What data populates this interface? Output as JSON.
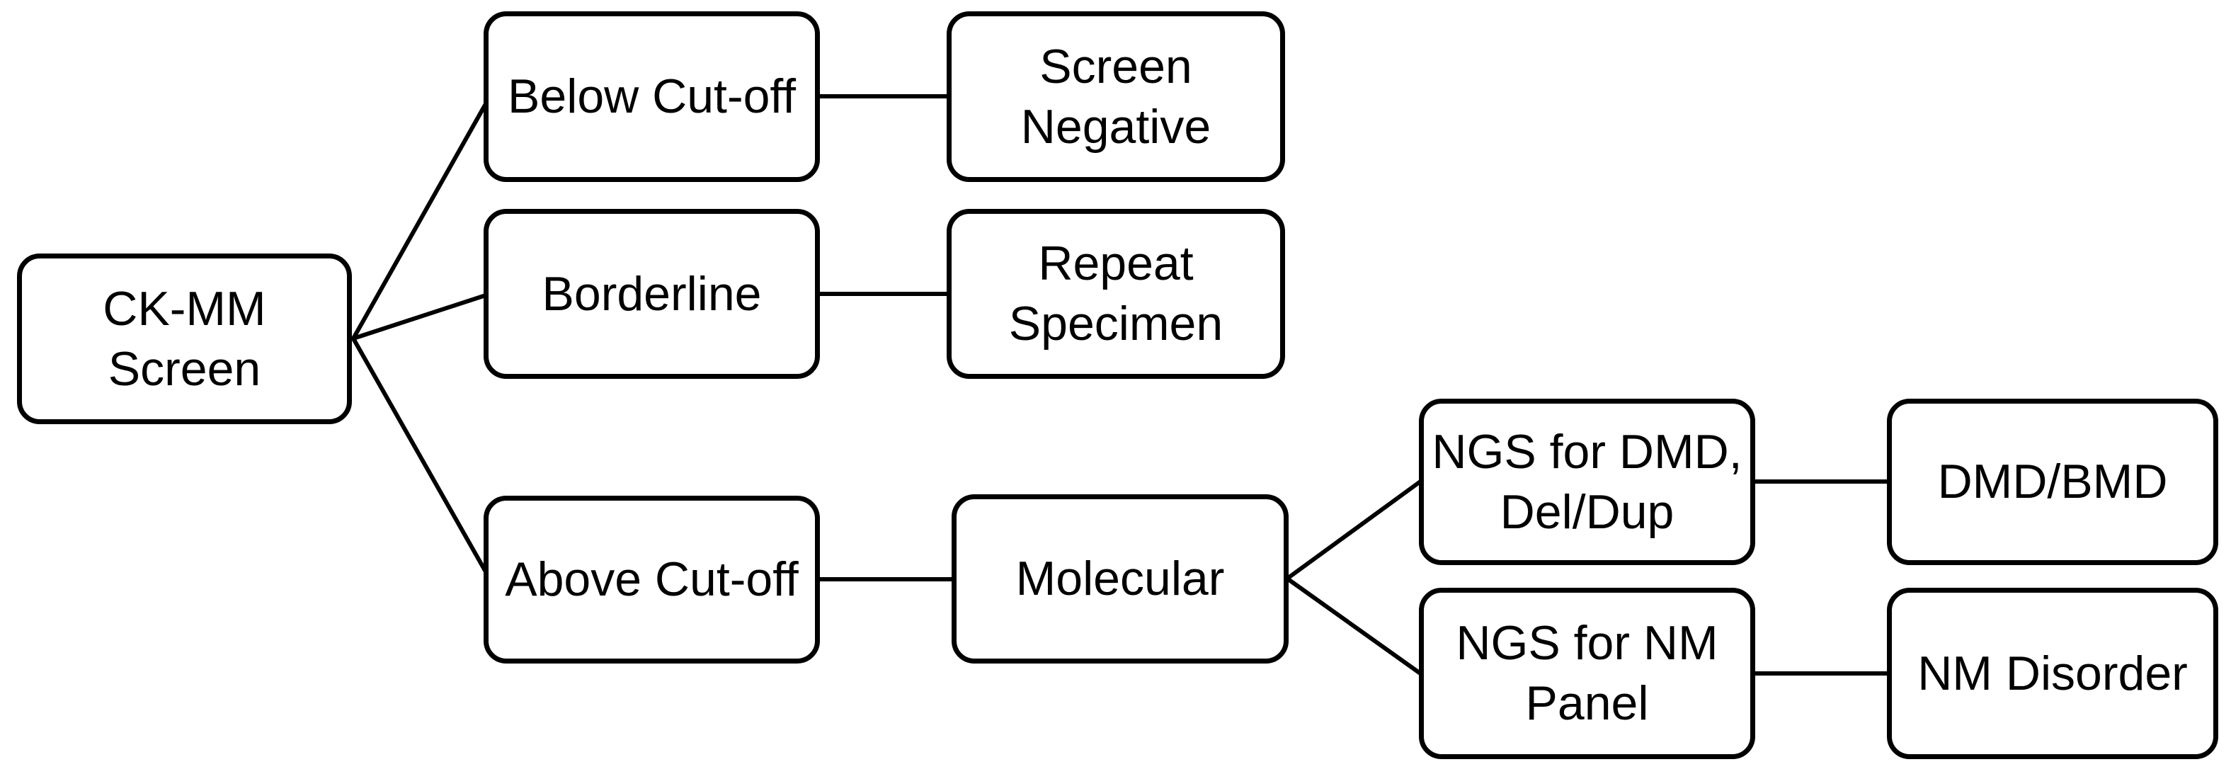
{
  "colors": {
    "ink": "#000000",
    "background": "#ffffff"
  },
  "nodes": {
    "ck_mm_screen": {
      "label": "CK-MM Screen"
    },
    "below_cut_off": {
      "label": "Below Cut-off"
    },
    "screen_negative": {
      "label": "Screen\nNegative"
    },
    "borderline": {
      "label": "Borderline"
    },
    "repeat_specimen": {
      "label": "Repeat\nSpecimen"
    },
    "above_cut_off": {
      "label": "Above Cut-off"
    },
    "molecular": {
      "label": "Molecular"
    },
    "ngs_for_dmd": {
      "label": "NGS for DMD,\nDel/Dup"
    },
    "dmd_bmd": {
      "label": "DMD/BMD"
    },
    "ngs_for_nm": {
      "label": "NGS for NM\nPanel"
    },
    "nm_disorder": {
      "label": "NM Disorder"
    }
  },
  "edges": [
    {
      "from": "ck_mm_screen",
      "to": "below_cut_off"
    },
    {
      "from": "ck_mm_screen",
      "to": "borderline"
    },
    {
      "from": "ck_mm_screen",
      "to": "above_cut_off"
    },
    {
      "from": "below_cut_off",
      "to": "screen_negative"
    },
    {
      "from": "borderline",
      "to": "repeat_specimen"
    },
    {
      "from": "above_cut_off",
      "to": "molecular"
    },
    {
      "from": "molecular",
      "to": "ngs_for_dmd"
    },
    {
      "from": "molecular",
      "to": "ngs_for_nm"
    },
    {
      "from": "ngs_for_dmd",
      "to": "dmd_bmd"
    },
    {
      "from": "ngs_for_nm",
      "to": "nm_disorder"
    }
  ]
}
